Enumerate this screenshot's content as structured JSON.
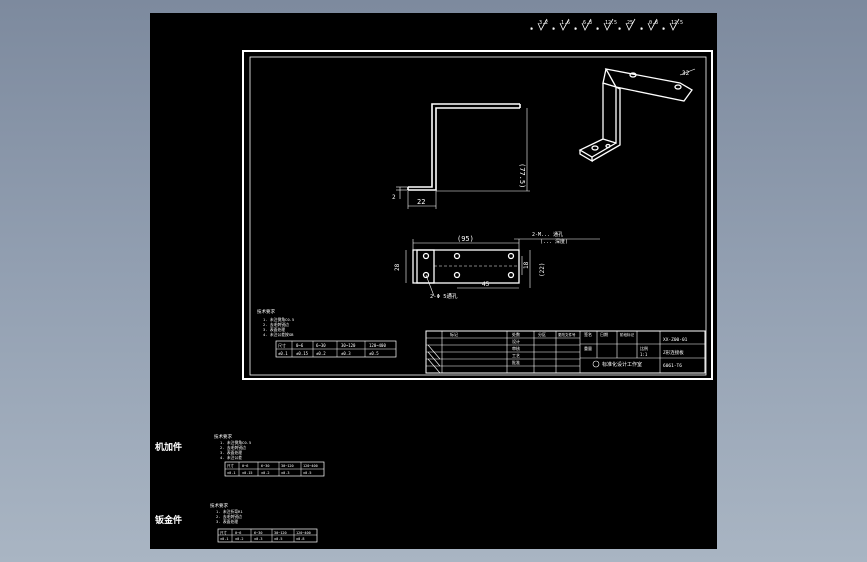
{
  "drawing": {
    "roughness_symbols": [
      "3.2",
      "1.6",
      "6.3",
      "12.5",
      "25",
      "0.8",
      "12.5"
    ],
    "dimensions": {
      "height_front": "(77.5)",
      "width_front": "22",
      "thickness_front": "2",
      "length_top": "(95)",
      "width_top": "28",
      "hole_spacing": "18",
      "right_dim": "(22)",
      "bottom_dim": "45",
      "hole_callout": "2-Φ 5通孔",
      "thread_callout_1": "2-M... 通孔",
      "thread_callout_2": "(... 深度)",
      "iso_angle": "32"
    },
    "tech_notes_title": "技术要求",
    "tech_notes": [
      "1. 未注倒角C0.5",
      "2. 去毛刺锐边",
      "3. 表面处理",
      "4. 未注公差按GB"
    ],
    "tolerance_table": {
      "headers": [
        "尺寸",
        "0~6",
        "6~30",
        "30~120",
        "120~400"
      ],
      "values": [
        "±0.1",
        "±0.15",
        "±0.2",
        "±0.3",
        "±0.5"
      ]
    },
    "title_block": {
      "col_headers": [
        "标记",
        "处数",
        "分区",
        "更改文件号",
        "签名",
        "日期"
      ],
      "labels": [
        "设计",
        "审核",
        "工艺",
        "批准"
      ],
      "stage": "阶段标记",
      "weight": "重量",
      "scale": "比例",
      "scale_value": "1:1",
      "part_name": "Z形连接板",
      "drawing_number": "XX-Z00-01",
      "material": "6061-T6",
      "company": "标准化设计工作室"
    }
  },
  "side_notes": [
    {
      "label": "机加件",
      "notes_title": "技术要求",
      "notes": [
        "1. 未注倒角C0.5",
        "2. 去毛刺锐边",
        "3. 表面处理",
        "4. 未注公差"
      ],
      "table_headers": [
        "尺寸",
        "0~6",
        "6~30",
        "30~120",
        "120~400"
      ],
      "table_values": [
        "±0.1",
        "±0.15",
        "±0.2",
        "±0.3",
        "±0.5"
      ]
    },
    {
      "label": "钣金件",
      "notes_title": "技术要求",
      "notes": [
        "1. 未注折弯R1",
        "2. 去毛刺锐边",
        "3. 表面处理"
      ],
      "table_headers": [
        "尺寸",
        "0~6",
        "6~30",
        "30~120",
        "120~400"
      ],
      "table_values": [
        "±0.1",
        "±0.2",
        "±0.3",
        "±0.5",
        "±0.8"
      ]
    }
  ]
}
